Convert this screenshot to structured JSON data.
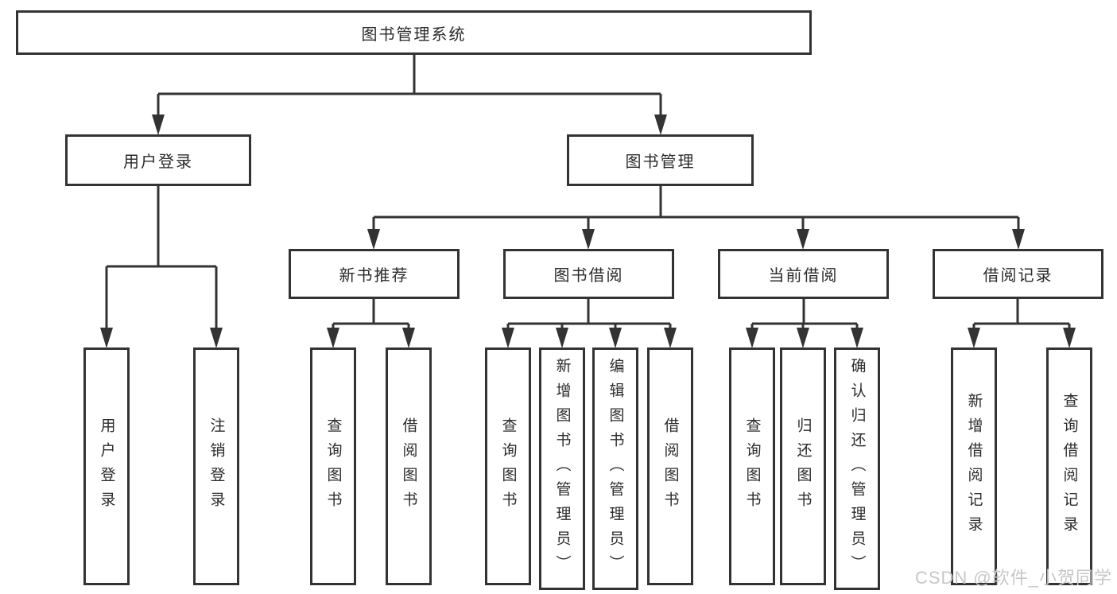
{
  "colors": {
    "line": "#333333",
    "border": "#333333",
    "text": "#2b2b2b",
    "background": "#ffffff",
    "watermark": "#c7c7c7"
  },
  "watermark": "CSDN @软件_小贺同学",
  "tree": {
    "label": "图书管理系统",
    "children": [
      {
        "label": "用户登录",
        "children": [
          {
            "label": "用户登录"
          },
          {
            "label": "注销登录"
          }
        ]
      },
      {
        "label": "图书管理",
        "children": [
          {
            "label": "新书推荐",
            "children": [
              {
                "label": "查询图书"
              },
              {
                "label": "借阅图书"
              }
            ]
          },
          {
            "label": "图书借阅",
            "children": [
              {
                "label": "查询图书"
              },
              {
                "label": "新增图书（管理员）"
              },
              {
                "label": "编辑图书（管理员）"
              },
              {
                "label": "借阅图书"
              }
            ]
          },
          {
            "label": "当前借阅",
            "children": [
              {
                "label": "查询图书"
              },
              {
                "label": "归还图书"
              },
              {
                "label": "确认归还（管理员）"
              }
            ]
          },
          {
            "label": "借阅记录",
            "children": [
              {
                "label": "新增借阅记录"
              },
              {
                "label": "查询借阅记录"
              }
            ]
          }
        ]
      }
    ]
  }
}
